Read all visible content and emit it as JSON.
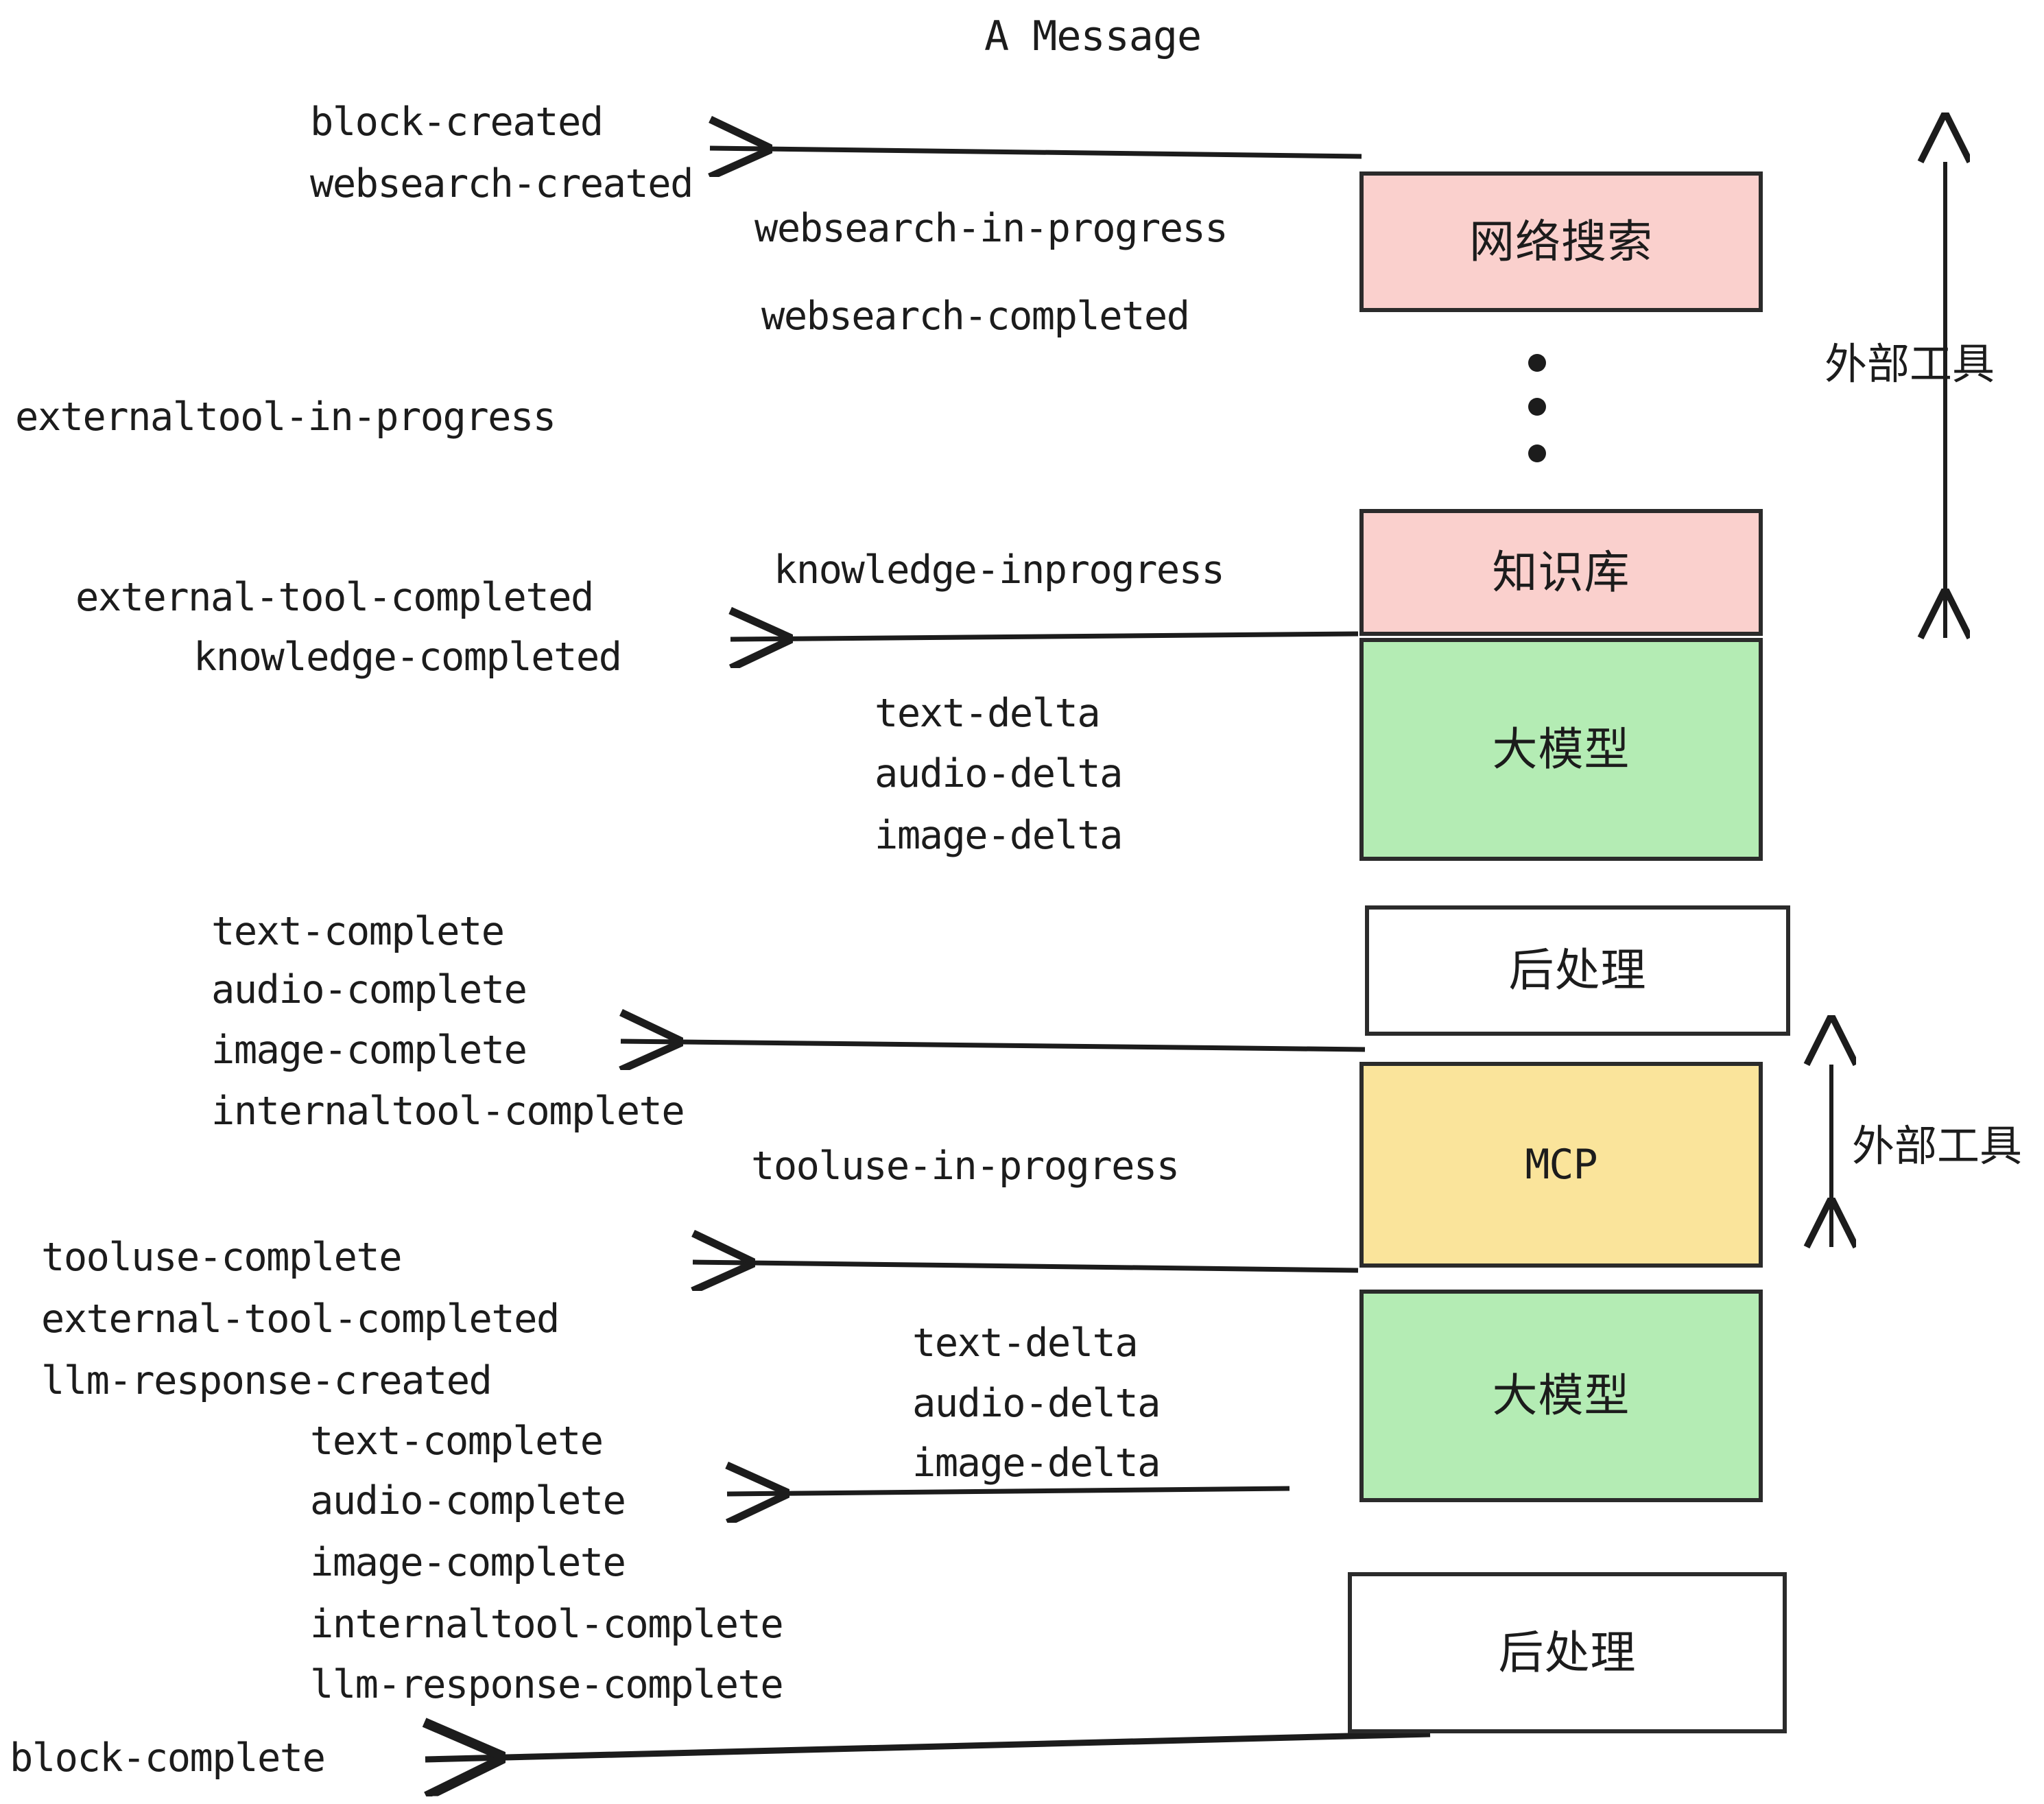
{
  "title": "A Message",
  "colors": {
    "tool_box_fill": "#fad0cd",
    "llm_box_fill": "#b4ecb4",
    "mcp_box_fill": "#fae49b",
    "postprocess_box_fill": "#ffffff",
    "stroke": "#2b2b2b",
    "text": "#1c1c1c",
    "background": "#ffffff"
  },
  "boxes": [
    {
      "id": "websearch",
      "label": "网络搜索",
      "fill": "#fad0cd"
    },
    {
      "id": "knowledge",
      "label": "知识库",
      "fill": "#fad0cd"
    },
    {
      "id": "llm-1",
      "label": "大模型",
      "fill": "#b4ecb4"
    },
    {
      "id": "postprocess-1",
      "label": "后处理",
      "fill": "#ffffff"
    },
    {
      "id": "mcp",
      "label": "MCP",
      "fill": "#fae49b"
    },
    {
      "id": "llm-2",
      "label": "大模型",
      "fill": "#b4ecb4"
    },
    {
      "id": "postprocess-2",
      "label": "后处理",
      "fill": "#ffffff"
    }
  ],
  "side_labels": [
    {
      "id": "external-tool-top",
      "label": "外部工具"
    },
    {
      "id": "external-tool-bottom",
      "label": "外部工具"
    }
  ],
  "events": {
    "block_created": "block-created",
    "websearch_created": "websearch-created",
    "websearch_in_progress": "websearch-in-progress",
    "websearch_completed": "websearch-completed",
    "externaltool_in_progress": "externaltool-in-progress",
    "knowledge_inprogress": "knowledge-inprogress",
    "external_tool_completed_1": "external-tool-completed",
    "knowledge_completed": "knowledge-completed",
    "text_delta_1": "text-delta",
    "audio_delta_1": "audio-delta",
    "image_delta_1": "image-delta",
    "text_complete_1": "text-complete",
    "audio_complete_1": "audio-complete",
    "image_complete_1": "image-complete",
    "internaltool_complete_1": "internaltool-complete",
    "tooluse_in_progress": "tooluse-in-progress",
    "tooluse_complete": "tooluse-complete",
    "external_tool_completed_2": "external-tool-completed",
    "llm_response_created": "llm-response-created",
    "text_delta_2": "text-delta",
    "audio_delta_2": "audio-delta",
    "image_delta_2": "image-delta",
    "text_complete_2": "text-complete",
    "audio_complete_2": "audio-complete",
    "image_complete_2": "image-complete",
    "internaltool_complete_2": "internaltool-complete",
    "llm_response_complete": "llm-response-complete",
    "block_complete": "block-complete"
  }
}
